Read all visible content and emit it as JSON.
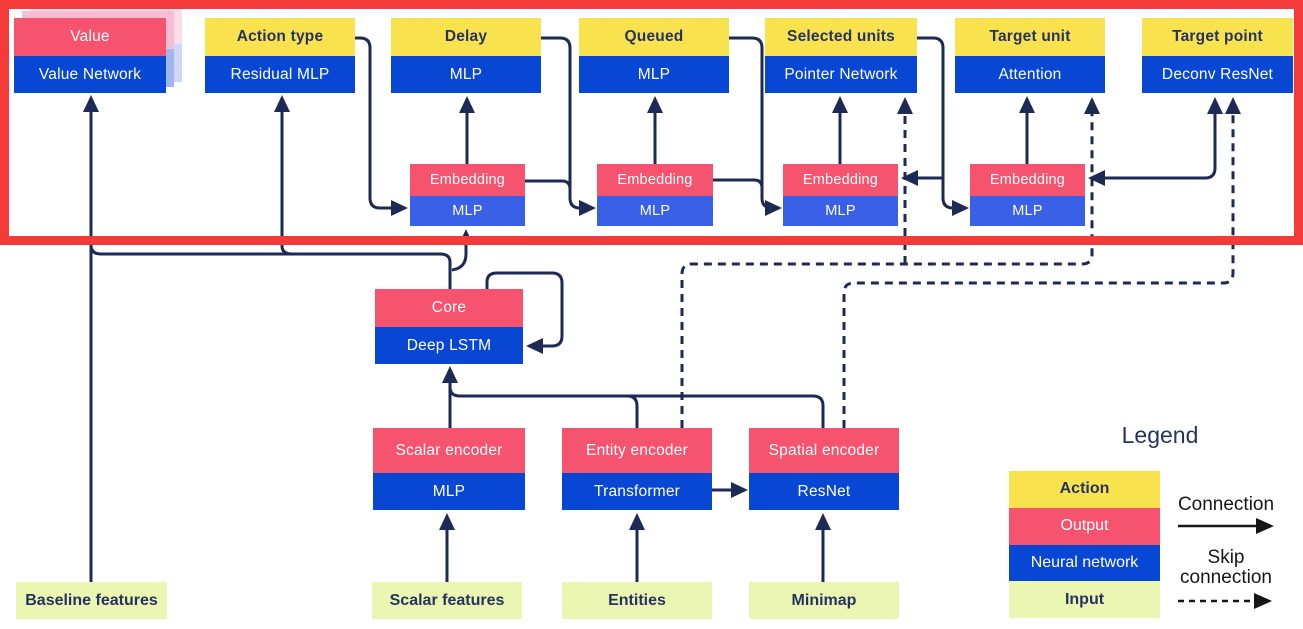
{
  "palette": {
    "background": "#ffffff",
    "yellow": "#f8e34f",
    "output_pink": "#f6536e",
    "network_blue": "#0846d4",
    "embedding_blue": "#3a60e8",
    "input_green": "#eaf6b2",
    "line_navy": "#1d2a55",
    "text_navy": "#27325f",
    "white": "#ffffff",
    "legend_black": "#161616",
    "highlight_red": "#f53a3a",
    "ghost_pink_1": "#f7bdd2",
    "ghost_blue_1": "#a2b5ee",
    "ghost_pink_2": "#fbdde9",
    "ghost_blue_2": "#cdd8f7"
  },
  "heads": [
    {
      "action": "Value",
      "network": "Value Network"
    },
    {
      "action": "Action type",
      "network": "Residual MLP"
    },
    {
      "action": "Delay",
      "network": "MLP"
    },
    {
      "action": "Queued",
      "network": "MLP"
    },
    {
      "action": "Selected units",
      "network": "Pointer Network"
    },
    {
      "action": "Target unit",
      "network": "Attention"
    },
    {
      "action": "Target point",
      "network": "Deconv ResNet"
    }
  ],
  "embeddings": [
    {
      "label": "Embedding",
      "network": "MLP"
    },
    {
      "label": "Embedding",
      "network": "MLP"
    },
    {
      "label": "Embedding",
      "network": "MLP"
    },
    {
      "label": "Embedding",
      "network": "MLP"
    }
  ],
  "core": {
    "label": "Core",
    "network": "Deep LSTM"
  },
  "encoders": [
    {
      "label": "Scalar encoder",
      "network": "MLP"
    },
    {
      "label": "Entity encoder",
      "network": "Transformer"
    },
    {
      "label": "Spatial encoder",
      "network": "ResNet"
    }
  ],
  "inputs": [
    {
      "label": "Baseline features"
    },
    {
      "label": "Scalar features"
    },
    {
      "label": "Entities"
    },
    {
      "label": "Minimap"
    }
  ],
  "legend": {
    "title": "Legend",
    "items": [
      {
        "label": "Action",
        "type": "action"
      },
      {
        "label": "Output",
        "type": "output"
      },
      {
        "label": "Neural network",
        "type": "network"
      },
      {
        "label": "Input",
        "type": "input"
      }
    ],
    "connection_label": "Connection",
    "skip_connection_label": "Skip connection"
  }
}
